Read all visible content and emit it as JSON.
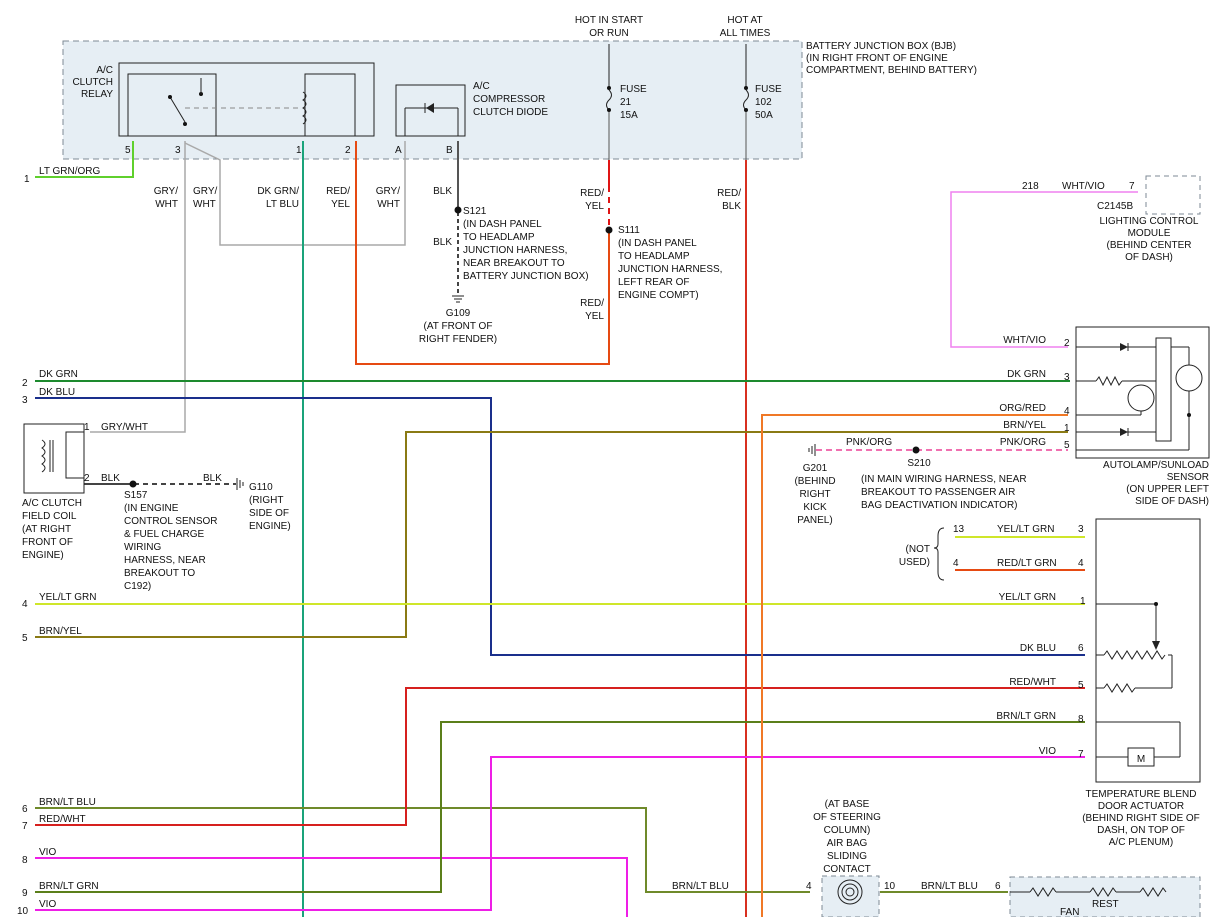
{
  "header": {
    "hot_in_start": [
      "HOT IN START",
      "OR RUN"
    ],
    "hot_at_all": [
      "HOT AT",
      "ALL TIMES"
    ]
  },
  "bjb": {
    "label": [
      "BATTERY JUNCTION BOX (BJB)",
      "(IN RIGHT FRONT OF ENGINE",
      "COMPARTMENT, BEHIND BATTERY)"
    ],
    "relay_label": [
      "A/C",
      "CLUTCH",
      "RELAY"
    ],
    "relay_pins": [
      "5",
      "3",
      "1",
      "2"
    ],
    "diode_label": [
      "A/C",
      "COMPRESSOR",
      "CLUTCH DIODE"
    ],
    "diode_pins": [
      "A",
      "B"
    ],
    "fuse21": [
      "FUSE",
      "21",
      "15A"
    ],
    "fuse102": [
      "FUSE",
      "102",
      "50A"
    ]
  },
  "left_pins": {
    "numbers": [
      "1",
      "2",
      "3",
      "4",
      "5",
      "6",
      "7",
      "8",
      "9",
      "10"
    ],
    "colors": [
      "LT GRN/ORG",
      "DK GRN",
      "DK BLU",
      "YEL/LT GRN",
      "BRN/YEL",
      "BRN/LT BLU",
      "RED/WHT",
      "VIO",
      "BRN/LT GRN",
      "VIO"
    ]
  },
  "vertical_labels": {
    "gry_wht_1": [
      "GRY/",
      "WHT"
    ],
    "gry_wht_2": [
      "GRY/",
      "WHT"
    ],
    "dk_grn_lt_blu": [
      "DK GRN/",
      "LT BLU"
    ],
    "red_yel_1": [
      "RED/",
      "YEL"
    ],
    "gry_wht_3": [
      "GRY/",
      "WHT"
    ],
    "blk_1": "BLK",
    "blk_2": "BLK",
    "red_yel_2": [
      "RED/",
      "YEL"
    ],
    "red_yel_3": [
      "RED/",
      "YEL"
    ],
    "red_blk": [
      "RED/",
      "BLK"
    ]
  },
  "splices": {
    "s121": [
      "S121",
      "(IN DASH PANEL",
      "TO HEADLAMP",
      "JUNCTION HARNESS,",
      "NEAR BREAKOUT TO",
      "BATTERY JUNCTION BOX)"
    ],
    "s111": [
      "S111",
      "(IN DASH PANEL",
      "TO HEADLAMP",
      "JUNCTION HARNESS,",
      "LEFT REAR OF",
      "ENGINE COMPT)"
    ],
    "g109": [
      "G109",
      "(AT FRONT OF",
      "RIGHT FENDER)"
    ],
    "s157": [
      "S157",
      "(IN ENGINE",
      "CONTROL SENSOR",
      "& FUEL CHARGE",
      "WIRING",
      "HARNESS, NEAR",
      "BREAKOUT TO",
      "C192)"
    ],
    "g110": [
      "G110",
      "(RIGHT",
      "SIDE OF",
      "ENGINE)"
    ],
    "g201": [
      "G201",
      "(BEHIND",
      "RIGHT",
      "KICK",
      "PANEL)"
    ],
    "s210": [
      "S210",
      "(IN MAIN WIRING HARNESS, NEAR",
      "BREAKOUT TO PASSENGER AIR",
      "BAG DEACTIVATION INDICATOR)"
    ]
  },
  "clutch_coil": {
    "label": [
      "A/C CLUTCH",
      "FIELD COIL",
      "(AT RIGHT",
      "FRONT OF",
      "ENGINE)"
    ],
    "pin1": "1",
    "pin1_color": "GRY/WHT",
    "pin2": "2",
    "pin2_color": "BLK",
    "g110_wire": "BLK"
  },
  "lighting_module": {
    "circuit": "218",
    "wire": "WHT/VIO",
    "pin": "7",
    "connector": "C2145B",
    "label": [
      "LIGHTING CONTROL",
      "MODULE",
      "(BEHIND CENTER",
      "OF DASH)"
    ]
  },
  "autolamp": {
    "label": [
      "AUTOLAMP/SUNLOAD",
      "SENSOR",
      "(ON UPPER LEFT",
      "SIDE OF DASH)"
    ],
    "pins": [
      {
        "pin": "2",
        "color": "WHT/VIO"
      },
      {
        "pin": "3",
        "color": "DK GRN"
      },
      {
        "pin": "4",
        "color": "ORG/RED"
      },
      {
        "pin": "1",
        "color": "BRN/YEL"
      },
      {
        "pin": "5",
        "color": "PNK/ORG"
      }
    ]
  },
  "blend_actuator": {
    "label": [
      "TEMPERATURE BLEND",
      "DOOR ACTUATOR",
      "(BEHIND RIGHT SIDE OF",
      "DASH, ON TOP OF",
      "A/C PLENUM)"
    ],
    "not_used": [
      "(NOT",
      "USED)"
    ],
    "unused_pins": [
      {
        "left": "13",
        "color": "YEL/LT GRN",
        "right": "3"
      },
      {
        "left": "4",
        "color": "RED/LT GRN",
        "right": "4"
      }
    ],
    "pins": [
      {
        "pin": "1",
        "color": "YEL/LT GRN"
      },
      {
        "pin": "6",
        "color": "DK BLU"
      },
      {
        "pin": "5",
        "color": "RED/WHT"
      },
      {
        "pin": "8",
        "color": "BRN/LT GRN"
      },
      {
        "pin": "7",
        "color": "VIO"
      }
    ],
    "motor": "M"
  },
  "clockspring": {
    "label": [
      "(AT BASE",
      "OF STEERING",
      "COLUMN)",
      "AIR BAG",
      "SLIDING",
      "CONTACT"
    ],
    "pin_left": "4",
    "pin_right": "10",
    "wire_left": "BRN/LT BLU",
    "wire_right": "BRN/LT BLU",
    "next_pin": "6"
  },
  "fan": {
    "fan_label": "FAN",
    "rest_label": "REST"
  },
  "wire_colors": {
    "lt_grn": "#5fd02c",
    "dk_grn": "#1d8a2e",
    "dk_blu": "#1a2f8c",
    "yel_lt_grn": "#cfe62a",
    "brn_yel": "#8a7a14",
    "brn_lt_blu": "#6f8a2a",
    "red_wht": "#d6201e",
    "vio": "#ee1ee6",
    "brn_lt_grn": "#5b7f1a",
    "gry": "#a9a9a9",
    "red_yel": "#e64a12",
    "red": "#e01515",
    "red_blk": "#d83020",
    "org_red": "#f07826",
    "pnk": "#f070b0",
    "wht_vio": "#ef80ef",
    "teal": "#1aa37a",
    "black": "#222222",
    "bjb_fill": "#e6eef4"
  }
}
